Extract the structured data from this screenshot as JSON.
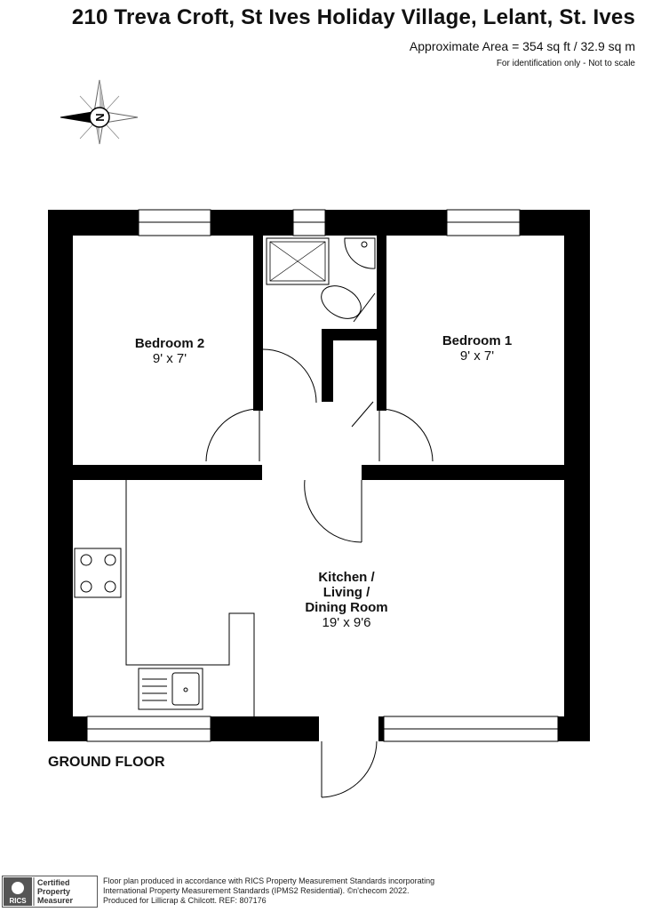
{
  "header": {
    "title": "210 Treva Croft, St Ives Holiday Village, Lelant, St. Ives",
    "area": "Approximate Area = 354 sq ft / 32.9 sq m",
    "note": "For identification only - Not to scale"
  },
  "compass": {
    "letter": "N"
  },
  "rooms": [
    {
      "name": "Bedroom 2",
      "size": "9' x 7'"
    },
    {
      "name": "Bedroom 1",
      "size": "9' x 7'"
    },
    {
      "name_lines": [
        "Kitchen /",
        "Living /",
        "Dining Room"
      ],
      "size": "19' x 9'6"
    }
  ],
  "floor_label": "GROUND FLOOR",
  "badge": {
    "lines": [
      "Certified",
      "Property",
      "Measurer"
    ],
    "logo": "RICS"
  },
  "footer": {
    "lines": [
      "Floor plan produced in accordance with RICS Property Measurement Standards incorporating",
      "International Property Measurement Standards (IPMS2 Residential).  ©n'checom 2022.",
      "Produced for Lillicrap & Chilcott.   REF:  807176"
    ]
  }
}
